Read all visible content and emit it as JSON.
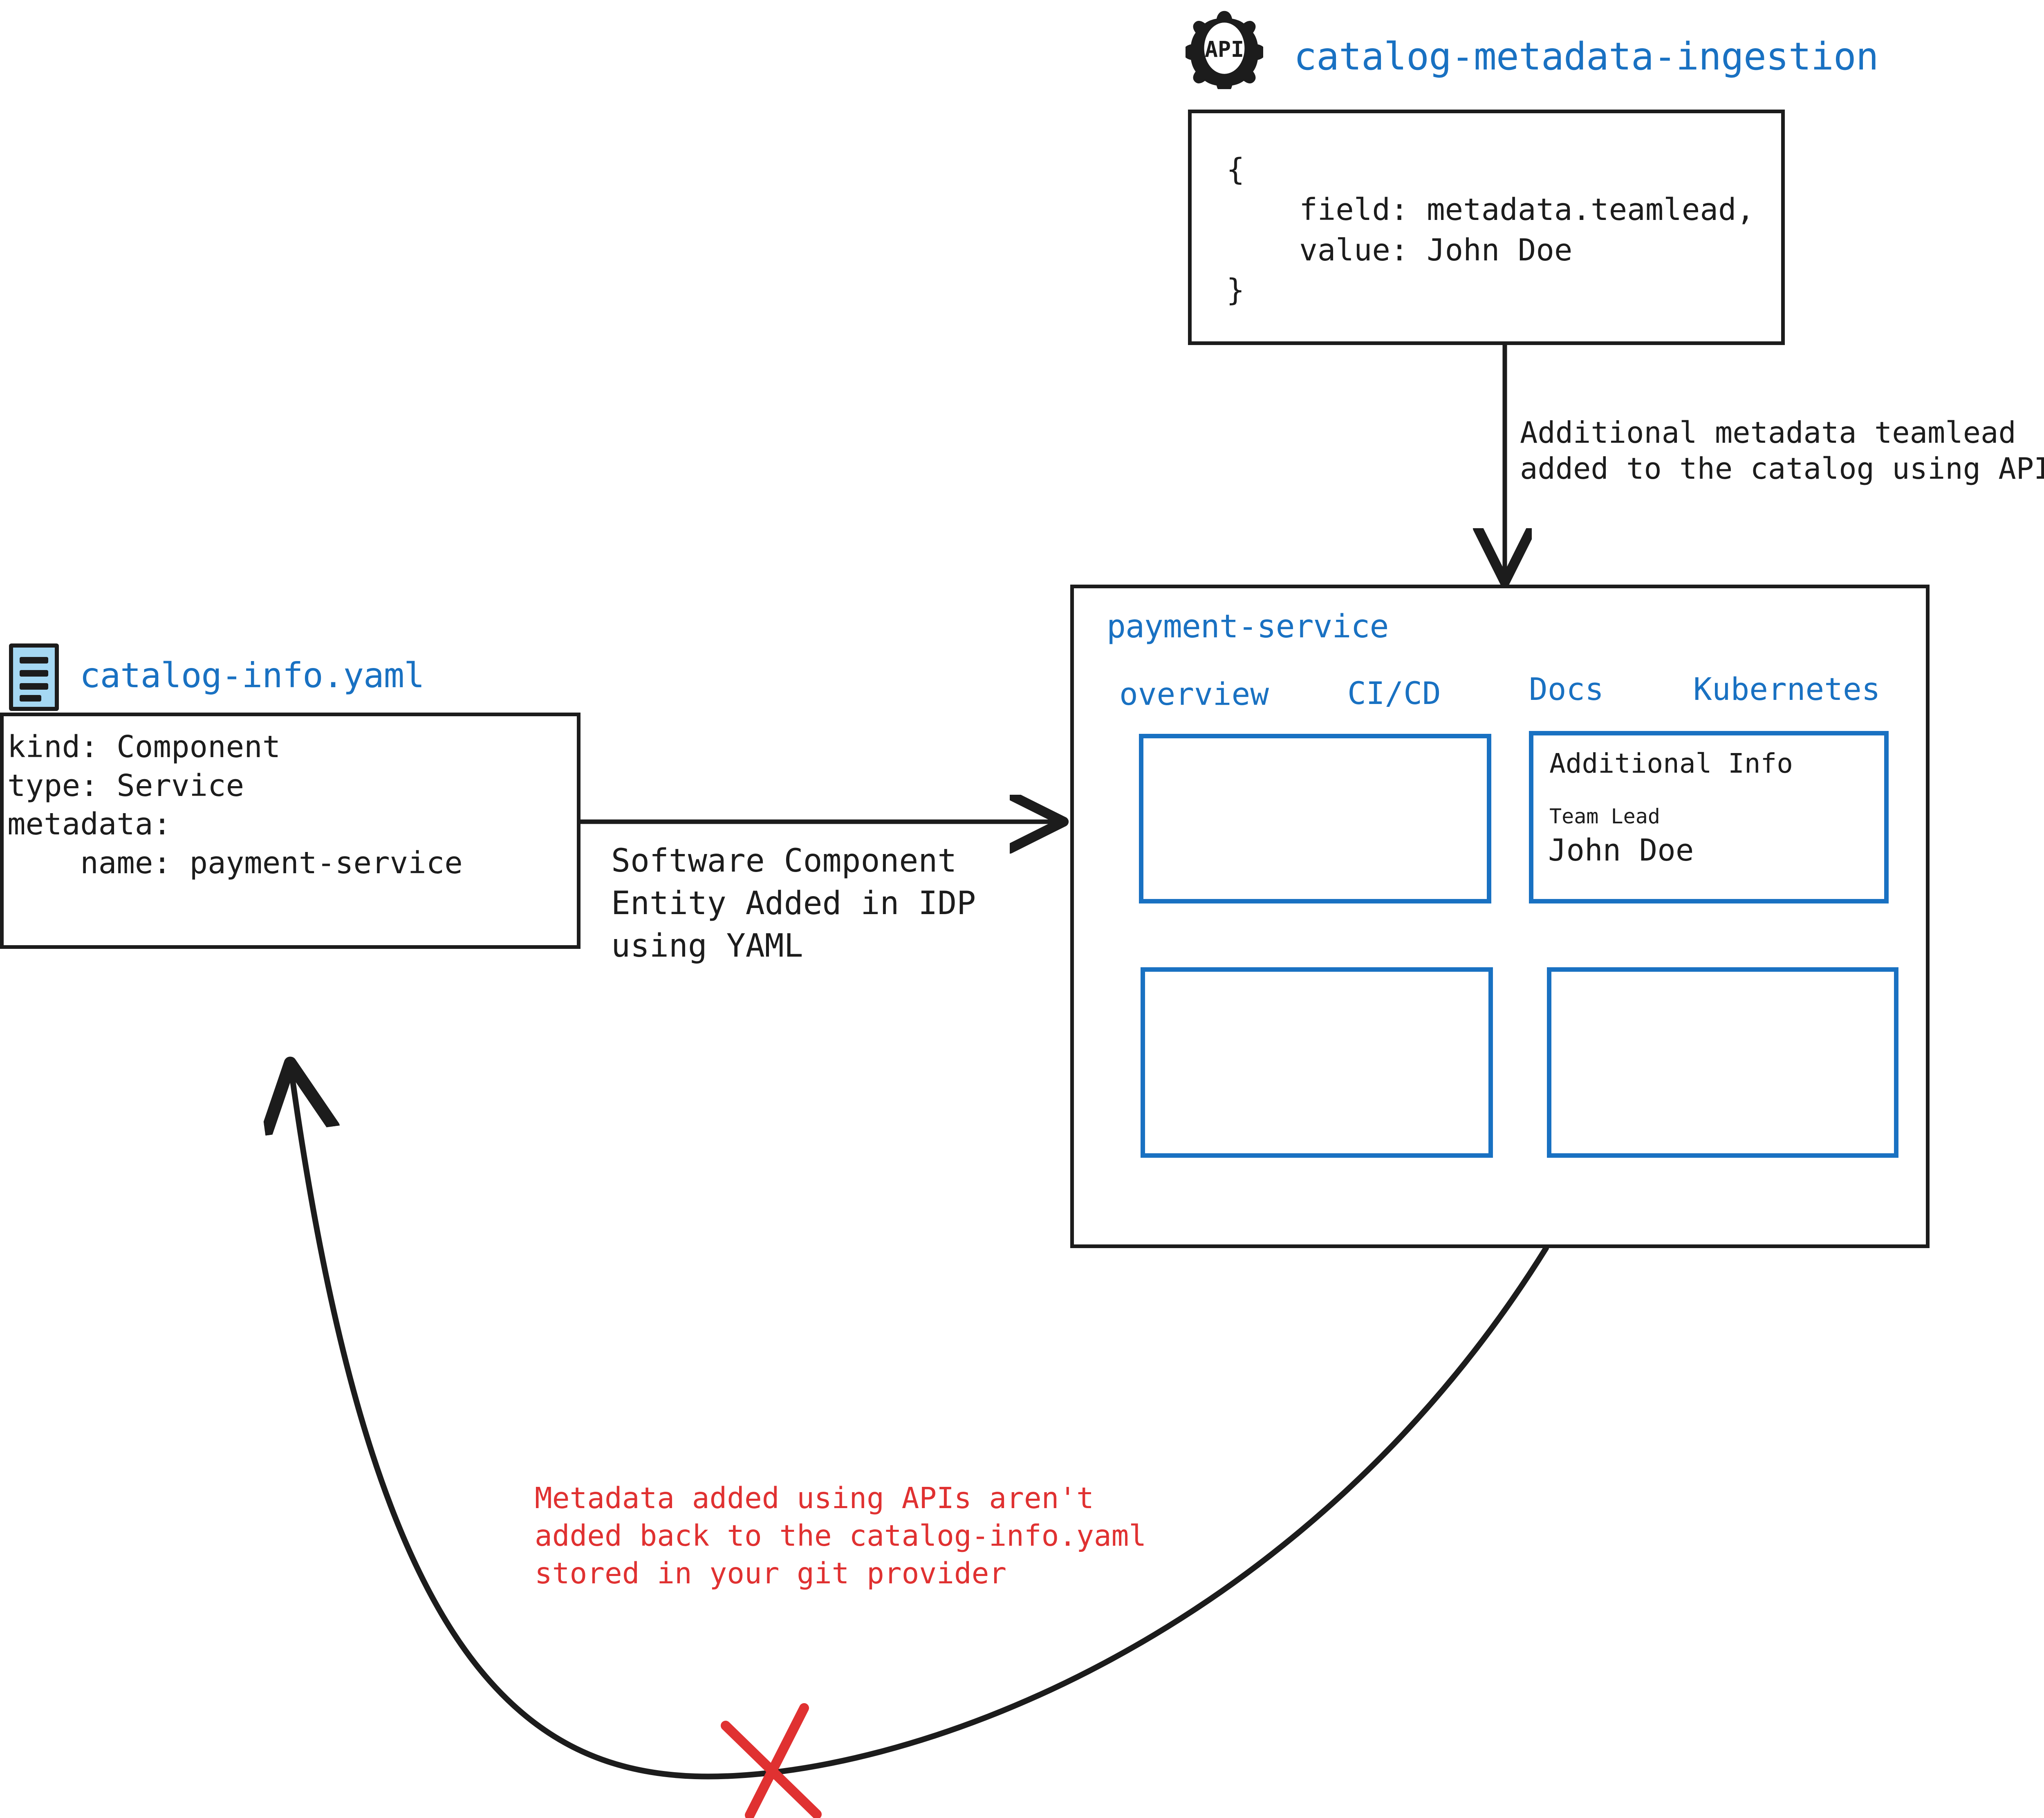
{
  "api_node": {
    "icon": "api-gear-icon",
    "icon_label": "API",
    "title": "catalog-metadata-ingestion",
    "payload_lines": [
      "{",
      "    field: metadata.teamlead,",
      "    value: John Doe",
      "}"
    ]
  },
  "api_arrow": {
    "label_line1": "Additional metadata teamlead",
    "label_line2": "added to the catalog using APIs"
  },
  "yaml_node": {
    "icon": "yaml-file-icon",
    "title": "catalog-info.yaml",
    "content_lines": [
      "kind: Component",
      "type: Service",
      "metadata:",
      "    name: payment-service"
    ]
  },
  "yaml_arrow": {
    "label_line1": "Software Component",
    "label_line2": "Entity Added in IDP",
    "label_line3": "using YAML"
  },
  "idp_panel": {
    "title": "payment-service",
    "tabs": [
      {
        "label": "overview"
      },
      {
        "label": "CI/CD"
      },
      {
        "label": "Docs"
      },
      {
        "label": "Kubernetes"
      }
    ],
    "cards": [
      {
        "name": "overview-card",
        "title": "",
        "body": ""
      },
      {
        "name": "additional-info-card",
        "title": "Additional Info",
        "field_label": "Team Lead",
        "field_value": "John Doe"
      },
      {
        "name": "bottom-left-card",
        "title": "",
        "body": ""
      },
      {
        "name": "bottom-right-card",
        "title": "",
        "body": ""
      }
    ]
  },
  "warning": {
    "line1": "Metadata added using APIs aren't",
    "line2": "added back to the catalog-info.yaml",
    "line3": "stored in your git provider",
    "marker": "red-x-icon"
  },
  "colors": {
    "blue": "#1971c2",
    "red": "#e03131",
    "ink": "#1c1c1c",
    "icon_fill": "#a5d8f3"
  }
}
